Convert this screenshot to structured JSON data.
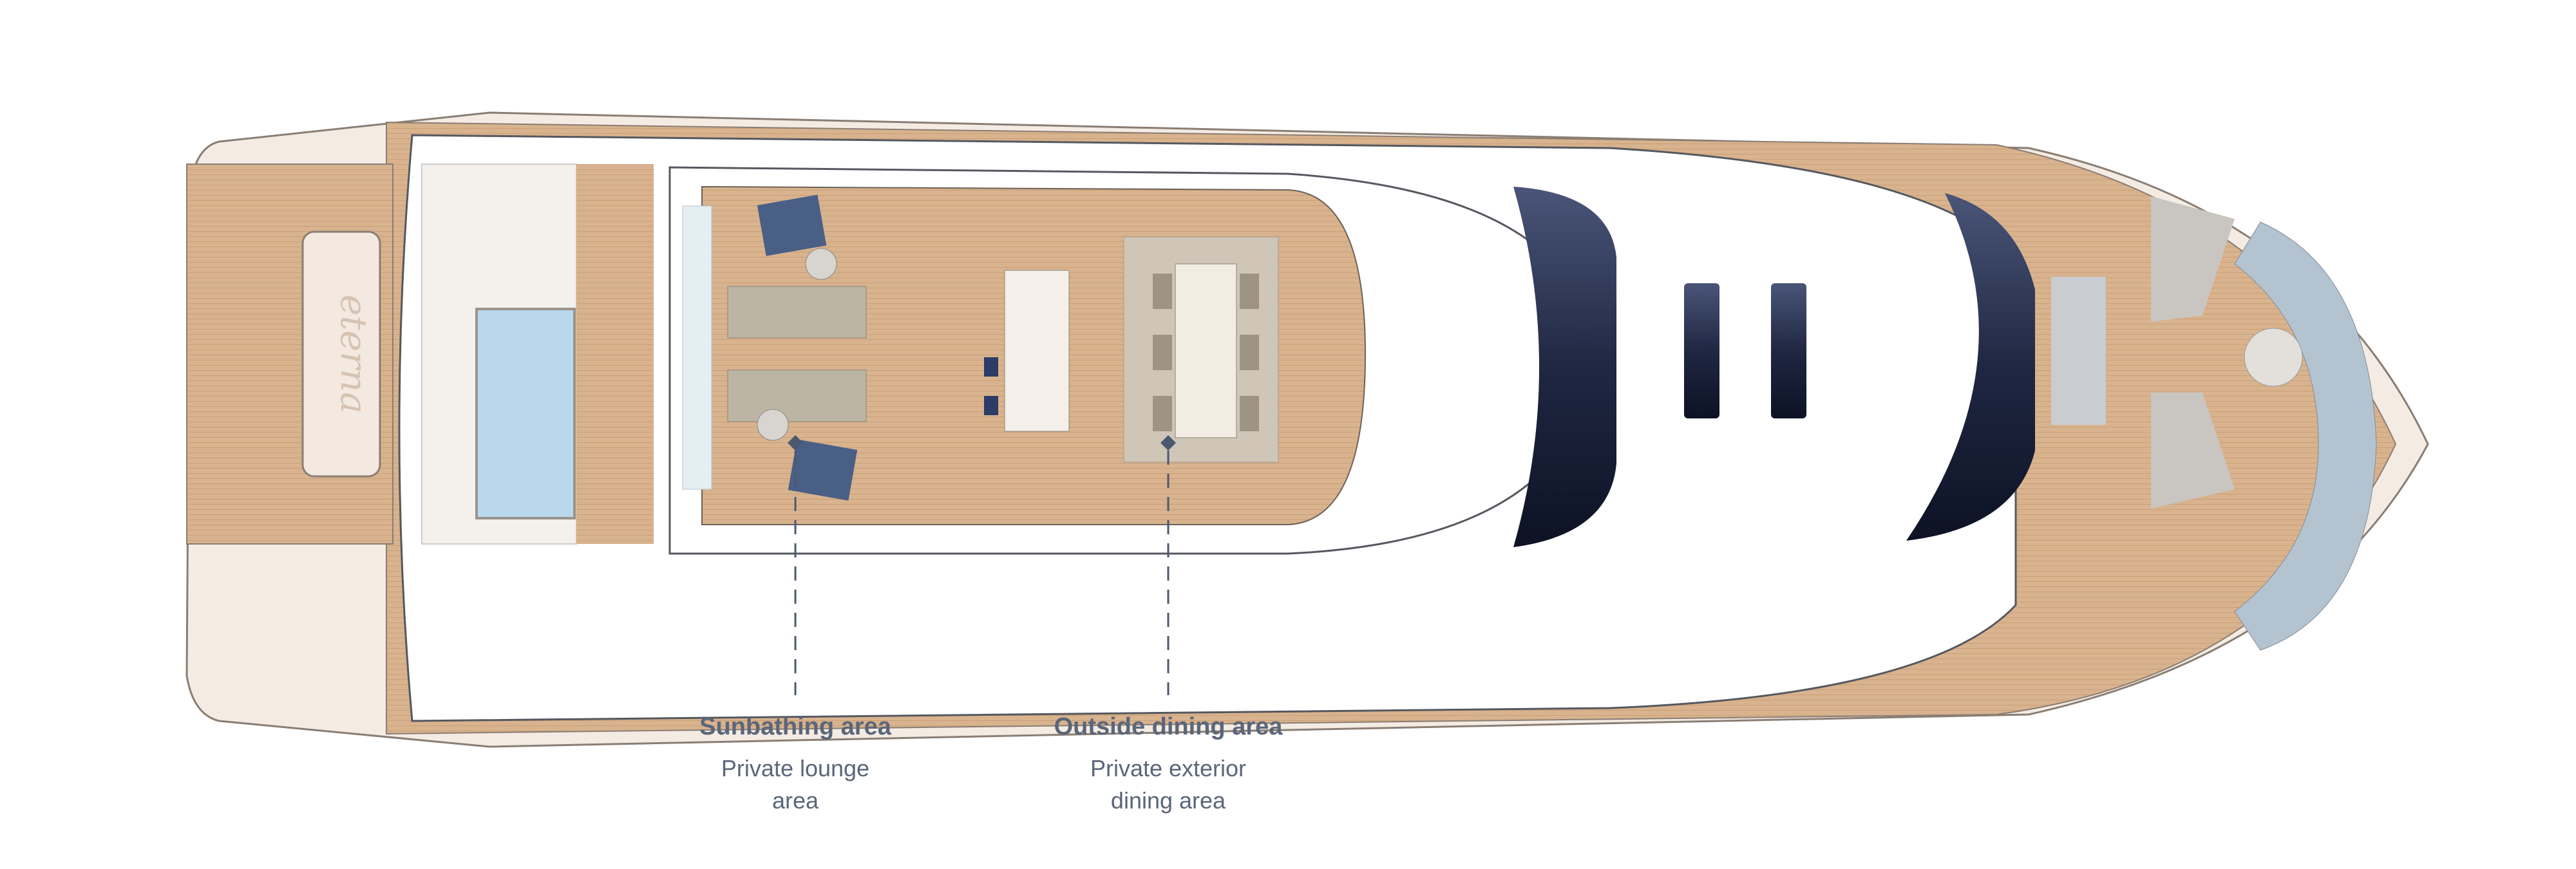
{
  "brand_logo": "eterna",
  "colors": {
    "teak": "#d9b48f",
    "hull": "#f3e9e1",
    "pool": "#b9d8ec",
    "window": "#2a3350",
    "label": "#5b6679"
  },
  "callouts": [
    {
      "title": "Sunbathing area",
      "subtitle_lines": [
        "Private lounge",
        "area"
      ]
    },
    {
      "title": "Outside dining area",
      "subtitle_lines": [
        "Private exterior",
        "dining area"
      ]
    }
  ]
}
